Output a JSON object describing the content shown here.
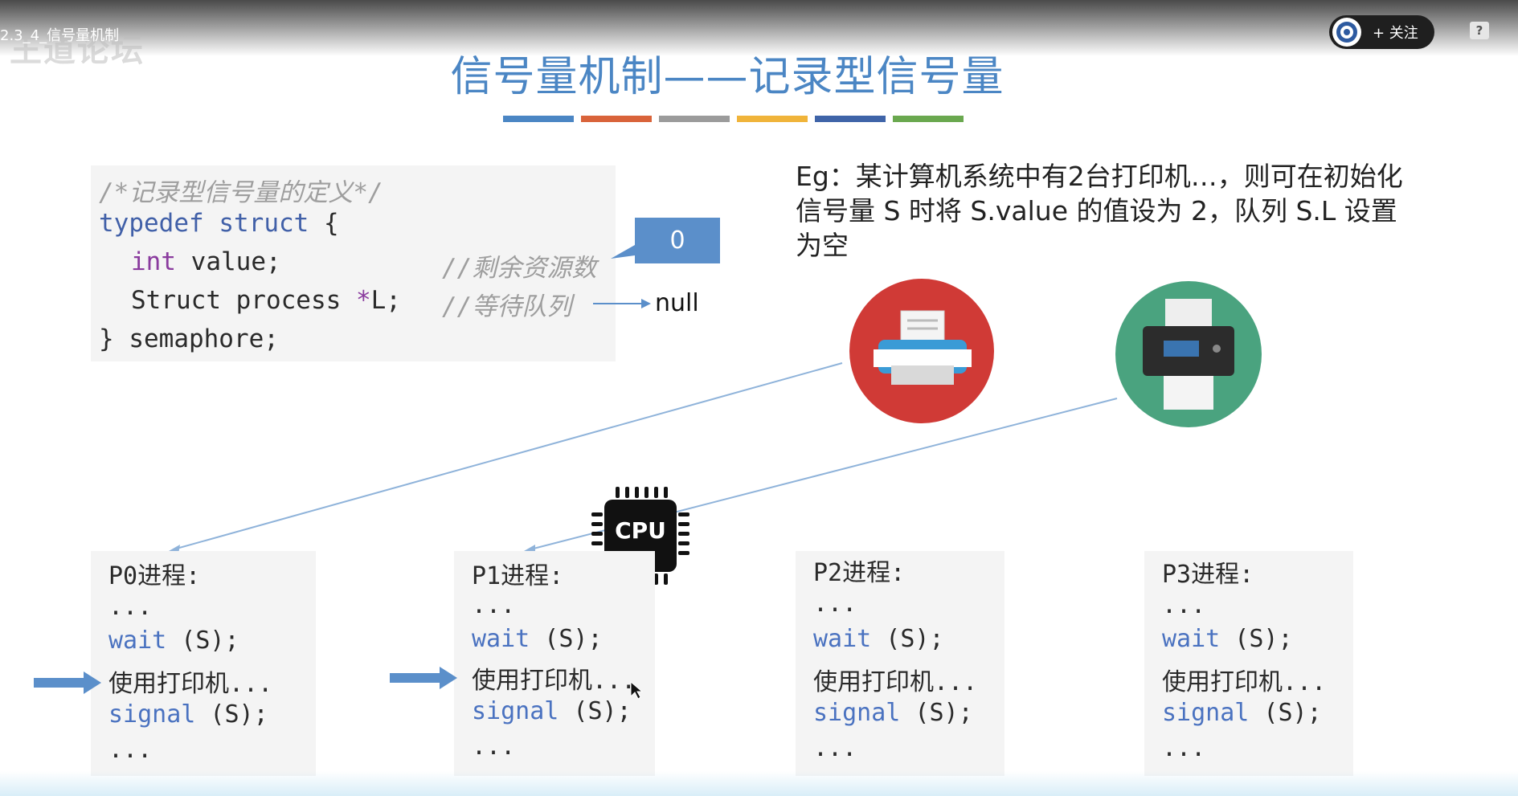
{
  "player": {
    "video_title": "2.3_4_信号量机制",
    "watermark": "王道论坛",
    "follow_label": "+ 关注",
    "help_label": "?"
  },
  "slide": {
    "title": "信号量机制——记录型信号量",
    "title_bar_colors": [
      "#4b86c4",
      "#d9633a",
      "#9b9b9b",
      "#f0b43a",
      "#3f64a8",
      "#6aa84f"
    ],
    "code": {
      "line1": "/*记录型信号量的定义*/",
      "line2_kw1": "typedef",
      "line2_kw2": "struct",
      "line2_rest": " {",
      "line3_type": "int",
      "line3_rest": " value;",
      "line3_comment": "//剩余资源数",
      "line4_a": "Struct process ",
      "line4_star": "*",
      "line4_b": "L;",
      "line4_comment": "//等待队列",
      "line5": "} semaphore;"
    },
    "value_box": "0",
    "null_label": "null",
    "eg_text": "Eg：某计算机系统中有2台打印机…，则可在初始化信号量 S 时将 S.value 的值设为 2，队列 S.L 设置为空",
    "cpu_label": "CPU",
    "processes": [
      {
        "name": "P0进程:",
        "l1": "...",
        "wait": "wait",
        "wait_args": " (S);",
        "use": "使用打印机...",
        "signal": "signal",
        "signal_args": " (S);",
        "l6": "..."
      },
      {
        "name": "P1进程:",
        "l1": "...",
        "wait": "wait",
        "wait_args": " (S);",
        "use": "使用打印机...",
        "signal": "signal",
        "signal_args": " (S);",
        "l6": "..."
      },
      {
        "name": "P2进程:",
        "l1": "...",
        "wait": "wait",
        "wait_args": " (S);",
        "use": "使用打印机...",
        "signal": "signal",
        "signal_args": " (S);",
        "l6": "..."
      },
      {
        "name": "P3进程:",
        "l1": "...",
        "wait": "wait",
        "wait_args": " (S);",
        "use": "使用打印机...",
        "signal": "signal",
        "signal_args": " (S);",
        "l6": "..."
      }
    ],
    "colors": {
      "accent_blue": "#5b8fca",
      "printer_red": "#d03a36",
      "printer_green": "#4aa37f"
    }
  }
}
